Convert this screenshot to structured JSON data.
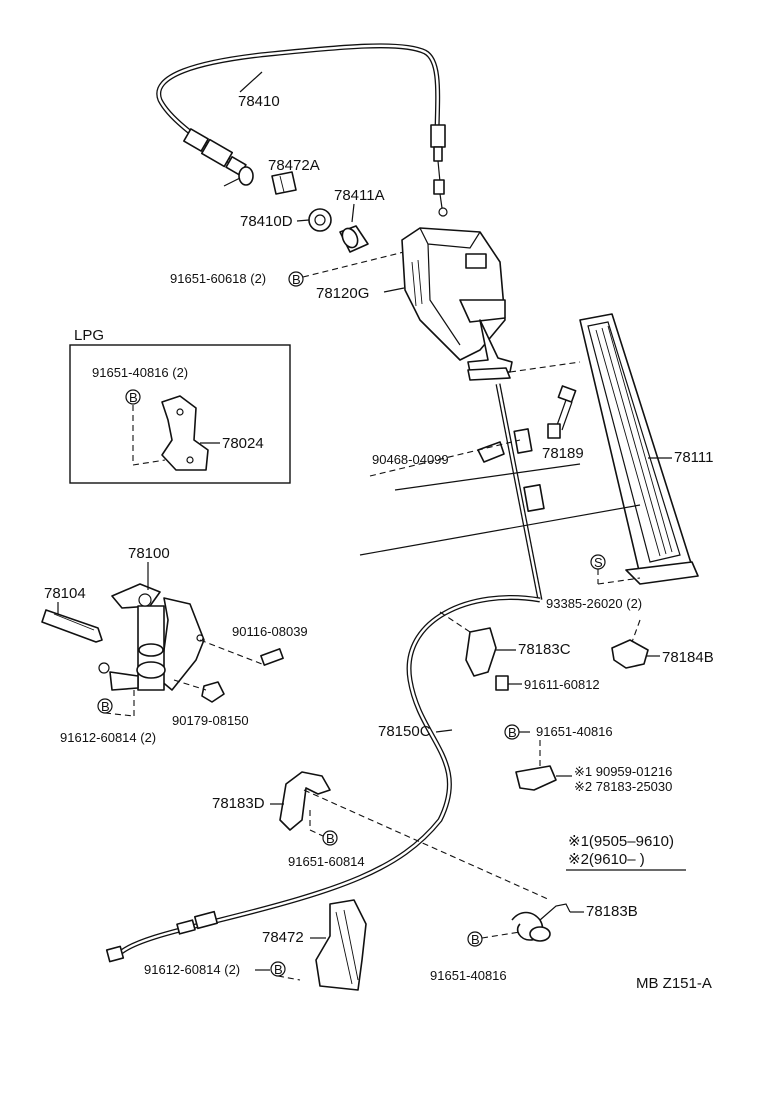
{
  "lpg_box": {
    "title": "LPG"
  },
  "labels": {
    "p78410": "78410",
    "p78472A": "78472A",
    "p78411A": "78411A",
    "p78410D": "78410D",
    "p91651_60618": "91651-60618 (2)",
    "p78120G": "78120G",
    "p91651_40816_2": "91651-40816 (2)",
    "p78024": "78024",
    "p90468": "90468-04099",
    "p78189": "78189",
    "p78111": "78111",
    "p78100": "78100",
    "p78104": "78104",
    "p90116": "90116-08039",
    "p90179": "90179-08150",
    "p91612_60814": "91612-60814 (2)",
    "p93385": "93385-26020 (2)",
    "p78183C": "78183C",
    "p78184B": "78184B",
    "p91611": "91611-60812",
    "p78150C": "78150C",
    "p91651_40816_a": "91651-40816",
    "p_note1": "※1 90959-01216",
    "p_note2": "※2 78183-25030",
    "p78183D": "78183D",
    "p91651_60814": "91651-60814",
    "p78183B": "78183B",
    "p78472": "78472",
    "p91612_60814_b": "91612-60814 (2)",
    "p91651_40816_b": "91651-40816"
  },
  "markers": {
    "b": "B",
    "s": "S"
  },
  "legend": {
    "row1": "※1(9505–9610)",
    "row2": "※2(9610–       )"
  },
  "footer": {
    "code": "MB  Z151-A"
  }
}
